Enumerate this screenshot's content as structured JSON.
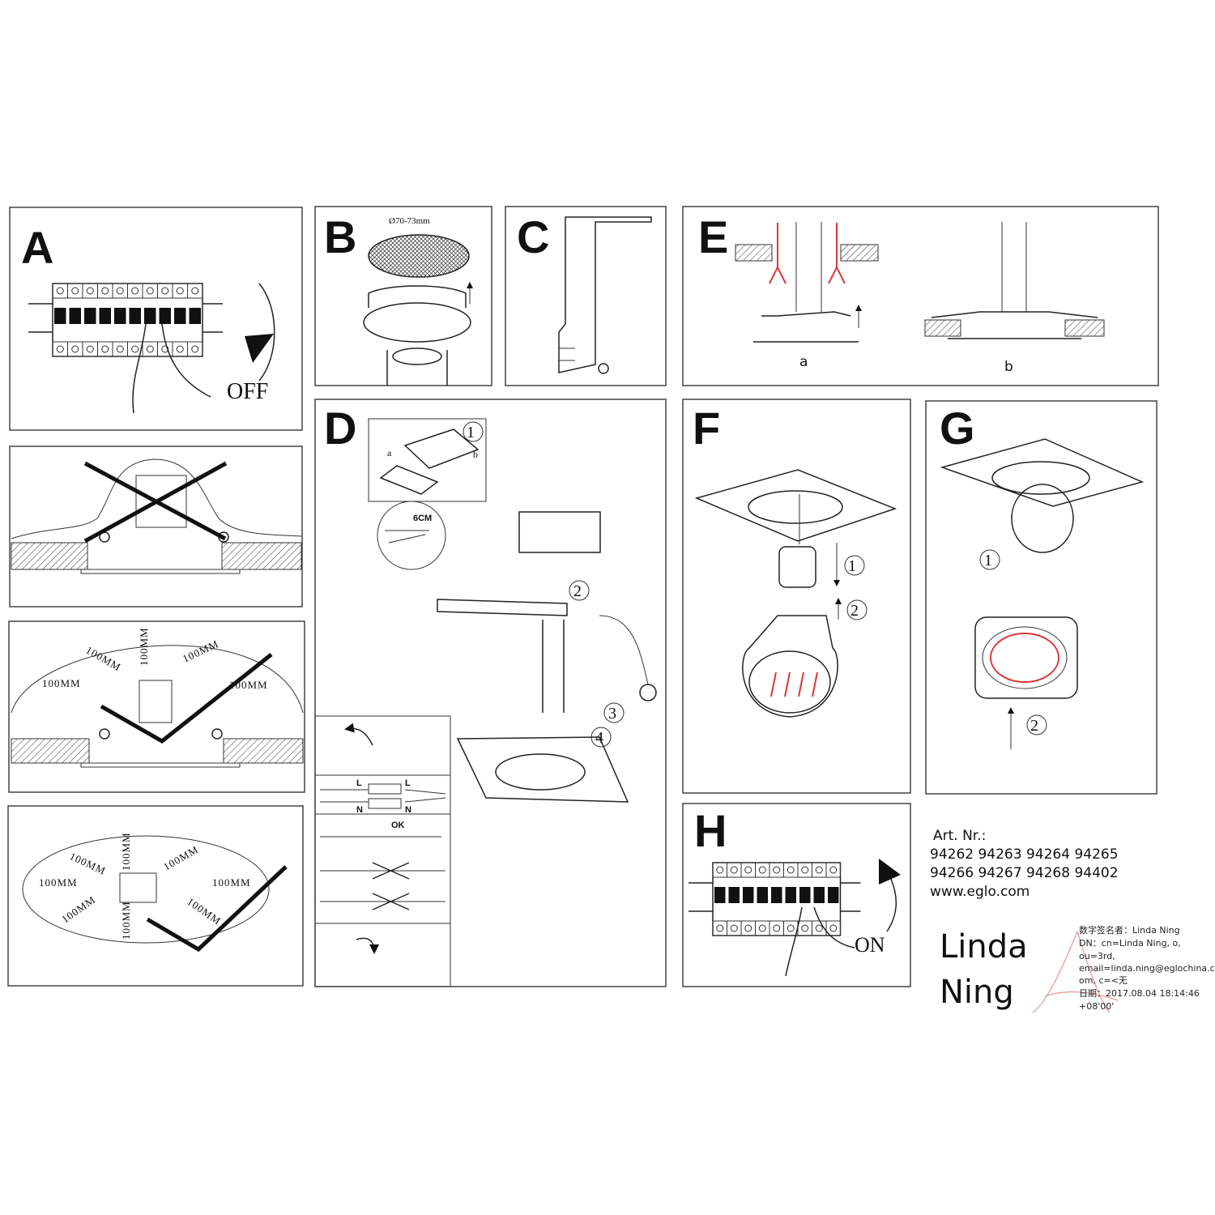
{
  "panels": {
    "a": {
      "letter": "A",
      "label": "OFF"
    },
    "clearance_side": {
      "labels": [
        "100MM",
        "100MM",
        "100MM",
        "100MM",
        "100MM"
      ]
    },
    "clearance_top": {
      "labels": [
        "100MM",
        "100MM",
        "100MM",
        "100MM",
        "100MM",
        "100MM",
        "100MM",
        "100MM"
      ]
    },
    "b": {
      "letter": "B",
      "diameter": "Ø70-73mm"
    },
    "c": {
      "letter": "C"
    },
    "d": {
      "letter": "D",
      "strip_length": "6CM",
      "steps": [
        "1",
        "2",
        "3",
        "4"
      ],
      "sub_labels": [
        "a",
        "b"
      ],
      "terminal": {
        "live": "L",
        "neutral": "N",
        "ok": "OK"
      }
    },
    "e": {
      "letter": "E",
      "captions": [
        "a",
        "b"
      ]
    },
    "f": {
      "letter": "F",
      "steps": [
        "1",
        "2"
      ]
    },
    "g": {
      "letter": "G",
      "steps": [
        "1",
        "2"
      ]
    },
    "h": {
      "letter": "H",
      "label": "ON"
    }
  },
  "info": {
    "art_label": "Art. Nr.:",
    "art_numbers_1": "94262 94263 94264 94265",
    "art_numbers_2": "94266 94267 94268 94402",
    "website": "www.eglo.com"
  },
  "signature": {
    "name_first": "Linda",
    "name_last": "Ning",
    "lines": [
      "数字签名者：Linda Ning",
      "DN：cn=Linda Ning, o,",
      "ou=3rd,",
      "email=linda.ning@eglochina.c",
      "om, c=<无",
      "日期：2017.08.04 18:14:46",
      "+08'00'"
    ]
  },
  "colors": {
    "accent_red": "#d9383a"
  }
}
